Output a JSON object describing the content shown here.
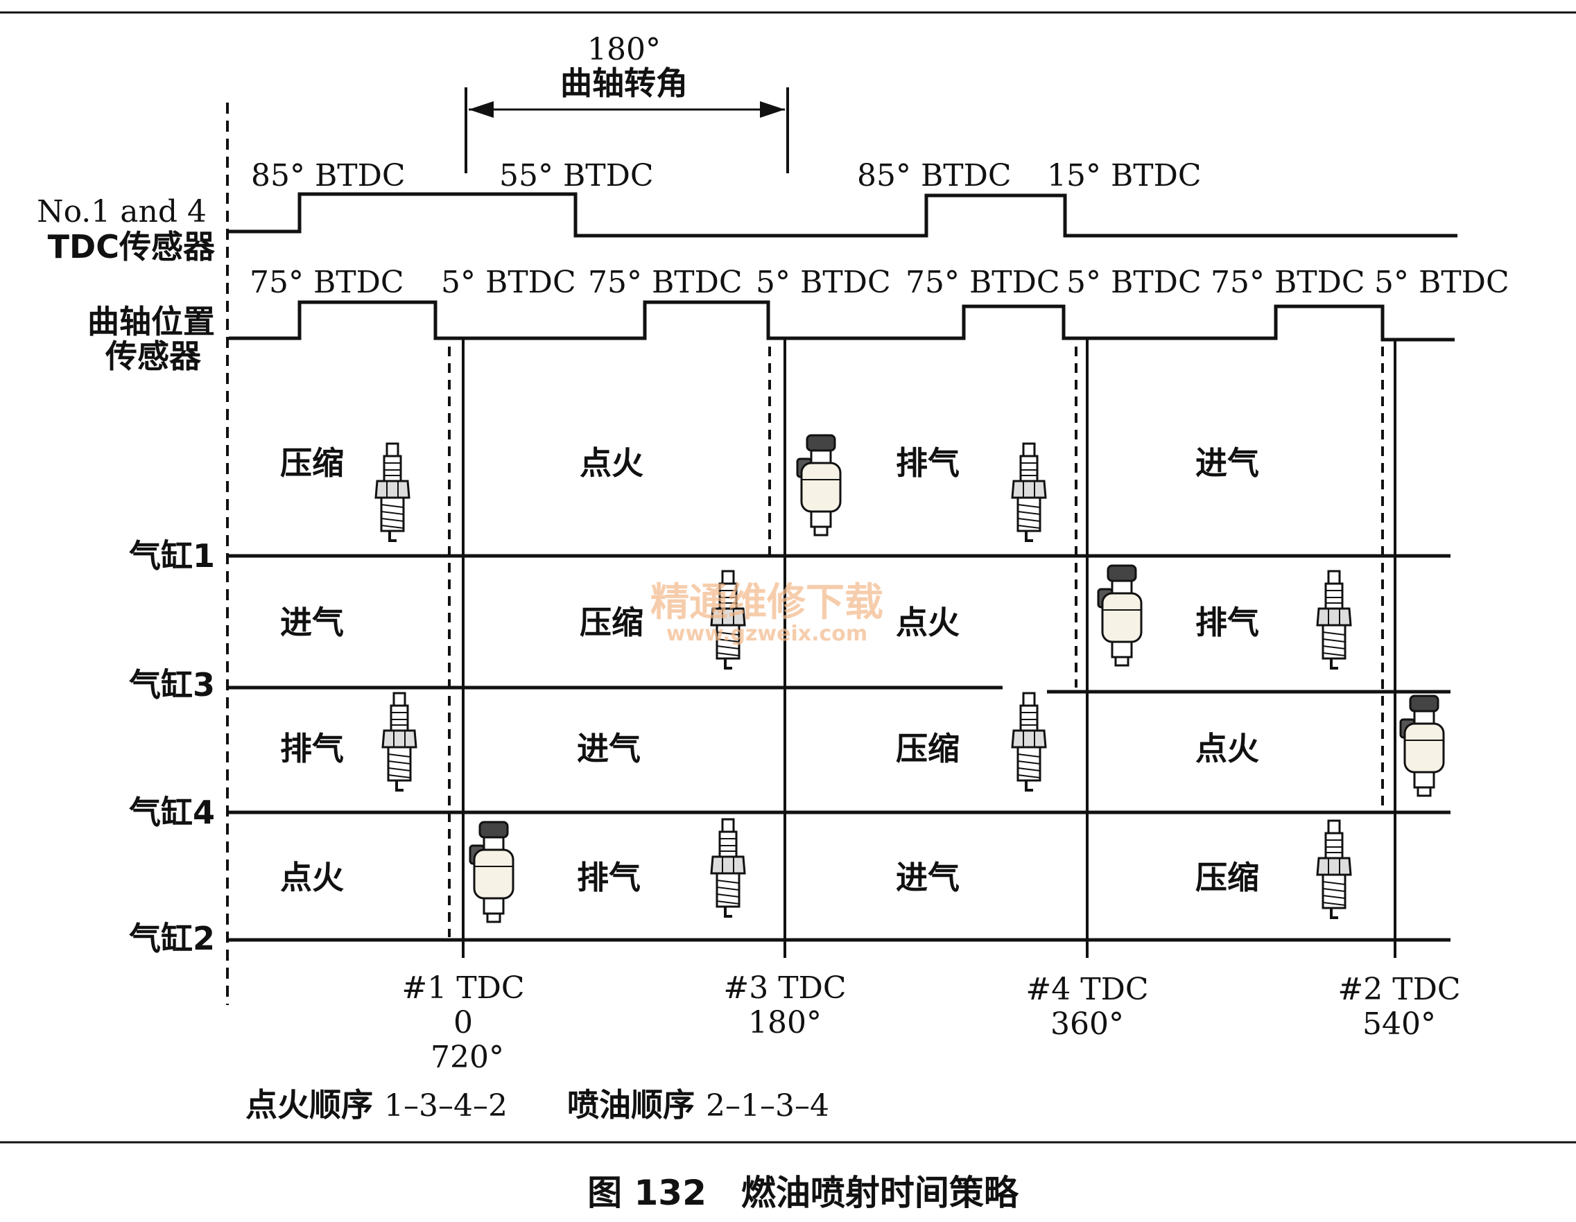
{
  "angle_span": {
    "degrees": "180°",
    "label": "曲轴转角"
  },
  "tdc_sensor": {
    "label_line1": "No.1 and 4",
    "label_line2": "TDC传感器",
    "markers": [
      "85° BTDC",
      "55° BTDC",
      "85° BTDC",
      "15° BTDC"
    ]
  },
  "crank_sensor": {
    "label_line1": "曲轴位置",
    "label_line2": "传感器",
    "markers": [
      "75° BTDC",
      "5° BTDC",
      "75° BTDC",
      "5° BTDC",
      "75° BTDC",
      "5° BTDC",
      "75° BTDC",
      "5° BTDC"
    ]
  },
  "cylinders": [
    {
      "label": "气缸1",
      "strokes": [
        "压缩",
        "点火",
        "排气",
        "进气"
      ]
    },
    {
      "label": "气缸3",
      "strokes": [
        "进气",
        "压缩",
        "点火",
        "排气"
      ]
    },
    {
      "label": "气缸4",
      "strokes": [
        "排气",
        "进气",
        "压缩",
        "点火"
      ]
    },
    {
      "label": "气缸2",
      "strokes": [
        "点火",
        "排气",
        "进气",
        "压缩"
      ]
    }
  ],
  "tdc_points": [
    {
      "name": "#1 TDC",
      "deg1": "0",
      "deg2": "720°"
    },
    {
      "name": "#3 TDC",
      "deg1": "180°",
      "deg2": ""
    },
    {
      "name": "#4 TDC",
      "deg1": "360°",
      "deg2": ""
    },
    {
      "name": "#2 TDC",
      "deg1": "540°",
      "deg2": ""
    }
  ],
  "firing_order": {
    "label": "点火顺序",
    "value": "1–3–4–2"
  },
  "injection_order": {
    "label": "喷油顺序",
    "value": "2–1–3–4"
  },
  "watermark": {
    "line1": "精通维修下载",
    "line2": "www.gzweix.com"
  },
  "caption": "图 132　燃油喷射时间策略"
}
